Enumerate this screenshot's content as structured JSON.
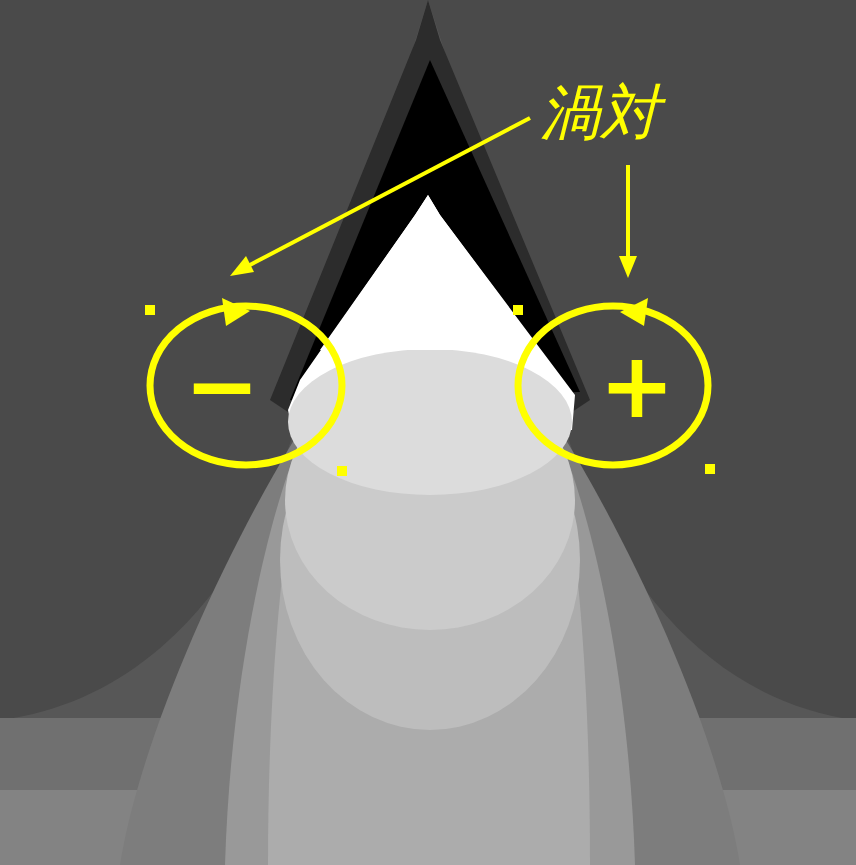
{
  "diagram": {
    "nodes": [
      {
        "text": [
          "−"
        ]
      },
      {
        "text": [
          "+"
        ]
      }
    ],
    "labels": [
      "渦対"
    ]
  }
}
